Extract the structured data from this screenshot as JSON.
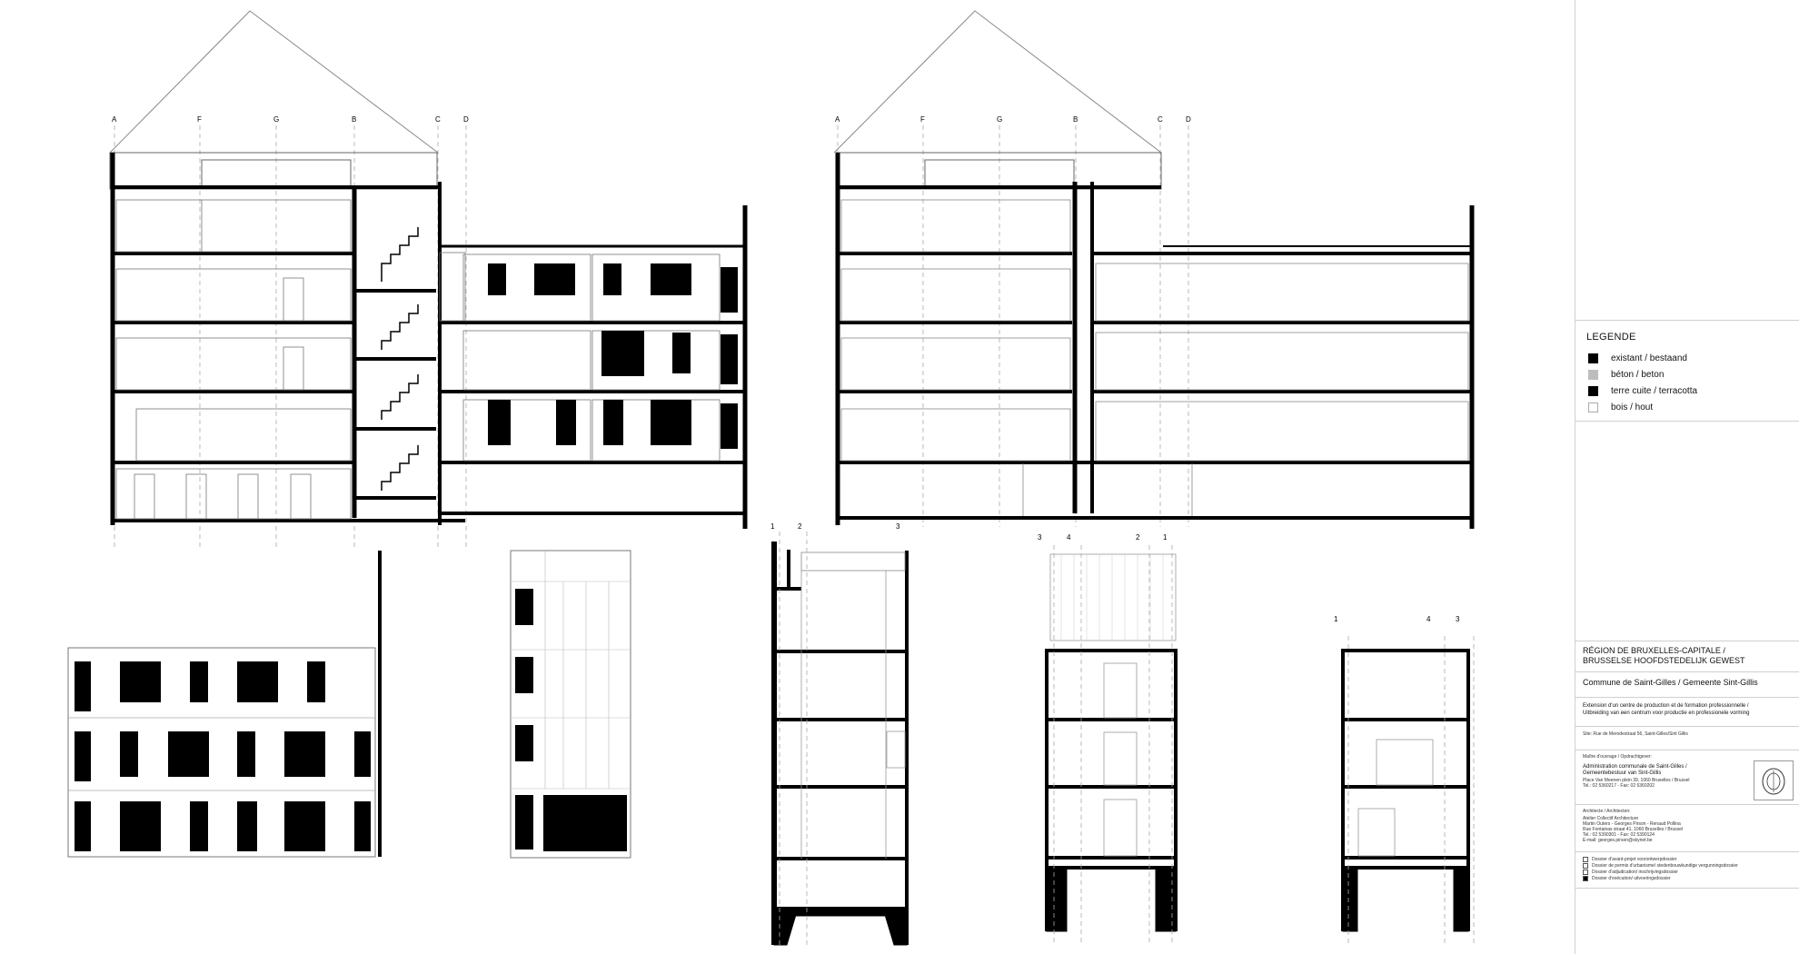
{
  "sheet": {
    "axes_section_left": [
      "A",
      "F",
      "G",
      "B",
      "C",
      "D"
    ],
    "axes_section_right": [
      "A",
      "F",
      "G",
      "B",
      "C",
      "D"
    ],
    "axes_small_1": [
      "1",
      "2",
      "3"
    ],
    "axes_small_2": [
      "3",
      "4",
      "2",
      "1"
    ],
    "axes_small_3": [
      "1",
      "4",
      "3"
    ]
  },
  "legend": {
    "title": "LEGENDE",
    "items": [
      {
        "label": "existant / bestaand",
        "swatch": "#000000"
      },
      {
        "label": "béton / beton",
        "swatch": "#bdbdbd"
      },
      {
        "label": "terre cuite / terracotta",
        "swatch": "#000000"
      },
      {
        "label": "bois / hout",
        "swatch": "#ffffff"
      }
    ]
  },
  "cartouche": {
    "region": "RÉGION DE BRUXELLES-CAPITALE /",
    "region2": "BRUSSELSE HOOFDSTEDELIJK GEWEST",
    "commune": "Commune de Saint-Gilles / Gemeente Sint-Gillis",
    "project1": "Extension d'un centre de production et de formation professionnelle /",
    "project2": "Uitbreiding van een centrum voor productie en professionele vorming",
    "site": "Site: Rue de Merodestraat 56, Saint-Gilles/Sint Gillis",
    "owner_label": "Maître d'ouvrage / Opdrachtgever:",
    "owner1": "Administration communale de Saint-Gilles /",
    "owner2": "Gemeentebestuur van Sint-Gillis",
    "owner3": "Place Van Meenen plein 39, 1060 Bruxelles / Brussel",
    "owner4": "Tel.: 02 5360217 - Fax: 02 5360202",
    "architect_label": "Architecte / Architecten:",
    "arch1": "Atelier Collectif Architecture",
    "arch2": "Martin Outers - Georges Pirson - Renaud Pollina",
    "arch3": "Rue Fontainas straat 41, 1060 Bruxelles / Brussel",
    "arch4": "Tel.: 02 5390301 - Fax: 02 5390124",
    "arch5": "E-mail: georges.pirson@skynet.be",
    "checks": [
      {
        "label": "Dossier d'avant-projet voorontwerpdossier",
        "checked": false
      },
      {
        "label": "Dossier de permis d'urbanisme/ stedenbouwkundige vergunningsdossier",
        "checked": false
      },
      {
        "label": "Dossier d'adjudication/ inschrijvingsdossier",
        "checked": false
      },
      {
        "label": "Dossier d'exécution/ uitvoeringsdossier",
        "checked": true
      }
    ]
  }
}
